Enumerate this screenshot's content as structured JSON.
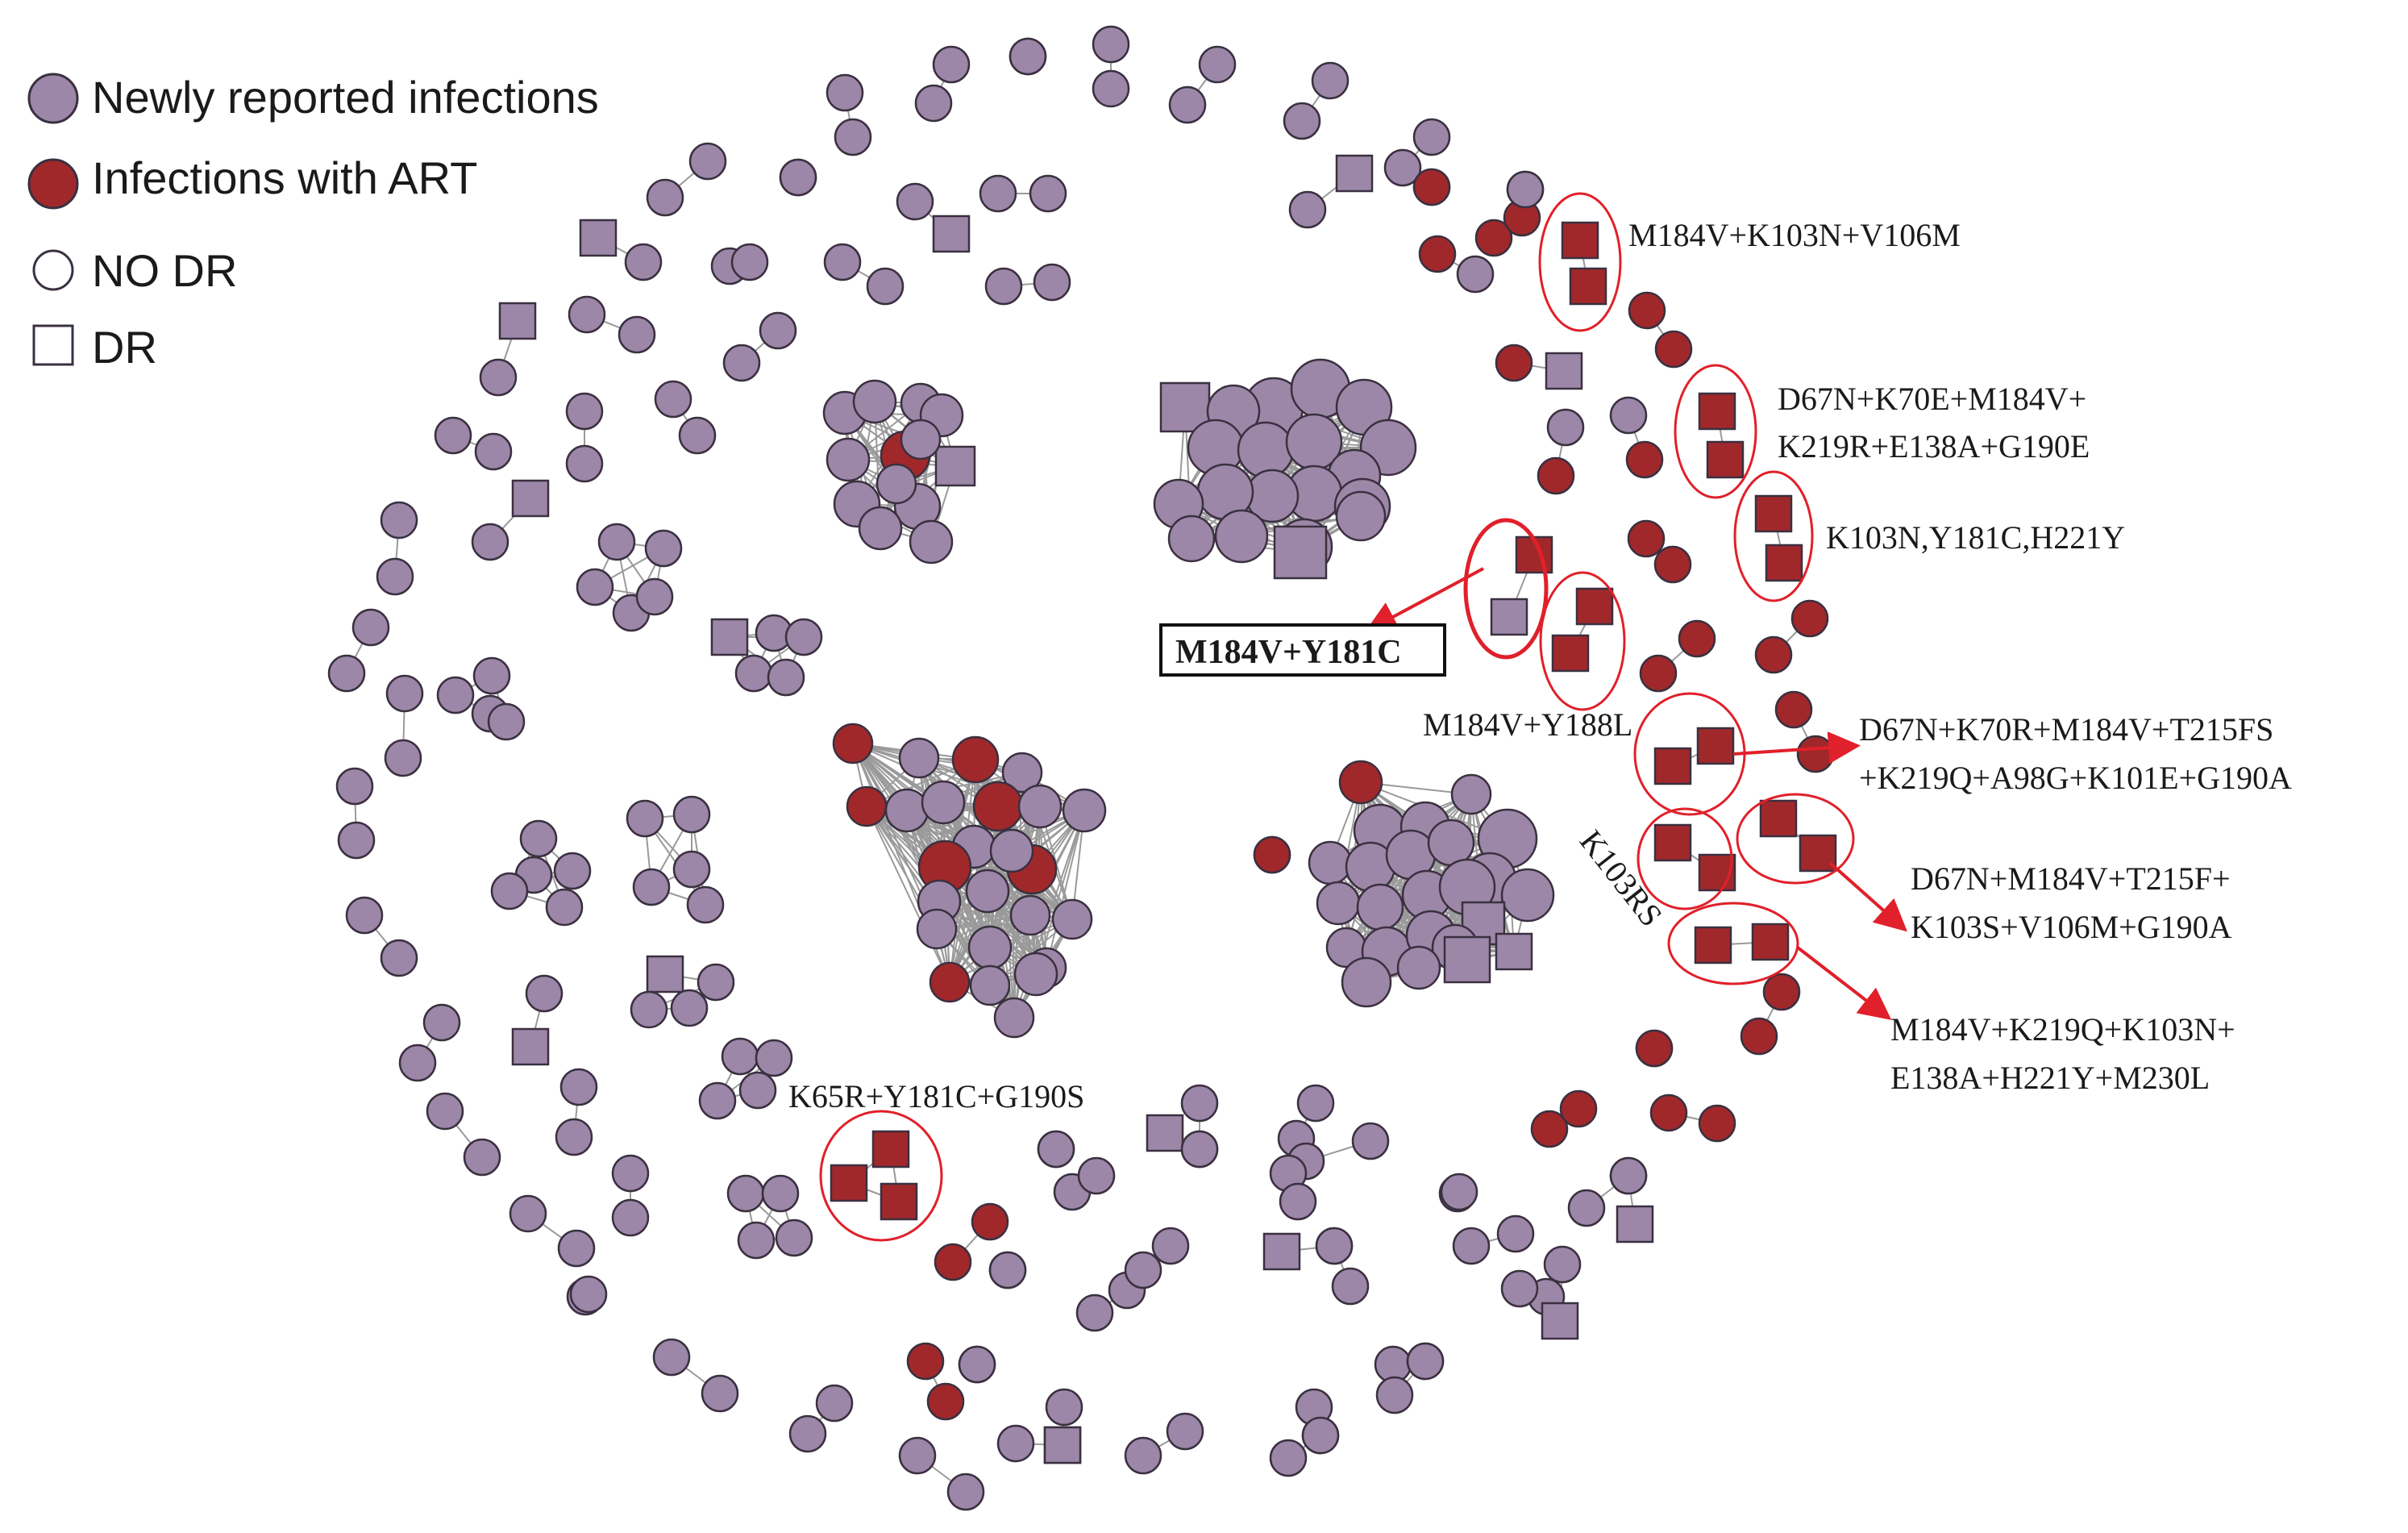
{
  "legend": {
    "newly_reported": "Newly reported infections",
    "with_art": "Infections with ART",
    "no_dr": "NO DR",
    "dr": "DR"
  },
  "colors": {
    "newly_reported": "#9D87A8",
    "with_art": "#A0282B",
    "node_stroke": "#3a3040",
    "edge": "#9a9a9a",
    "highlight": "#E0202A"
  },
  "annotations": {
    "a1": "M184V+K103N+V106M",
    "a2_l1": "D67N+K70E+M184V+",
    "a2_l2": "K219R+E138A+G190E",
    "a3": "K103N,Y181C,H221Y",
    "a4": "M184V+Y181C",
    "a5": "M184V+Y188L",
    "a6_l1": "D67N+K70R+M184V+T215FS",
    "a6_l2": "+K219Q+A98G+K101E+G190A",
    "a7_l1": "D67N+M184V+T215F+",
    "a7_l2": "K103S+V106M+G190A",
    "a8": "K103RS",
    "a9_l1": "M184V+K219Q+K103N+",
    "a9_l2": "E138A+H221Y+M230L",
    "a10": "K65R+Y181C+G190S"
  }
}
